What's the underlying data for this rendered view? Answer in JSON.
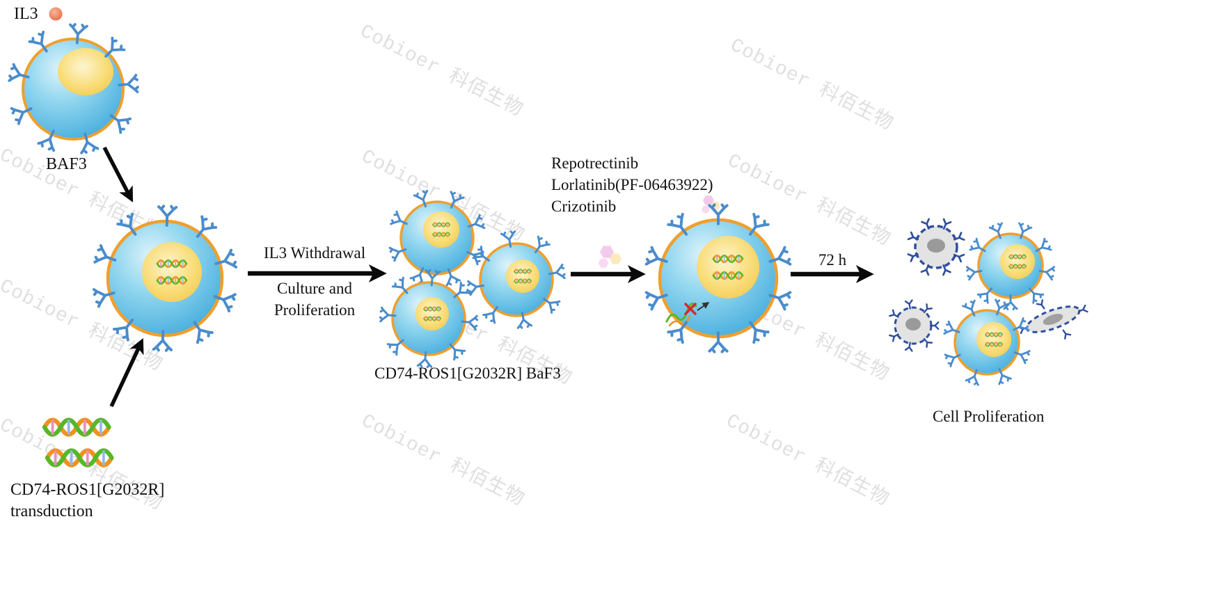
{
  "watermark": {
    "text": "Cobioer  科佰生物"
  },
  "stage1": {
    "ligand": "IL3",
    "cell": "BAF3"
  },
  "transduction": {
    "line1": "CD74-ROS1[G2032R]",
    "line2": "transduction"
  },
  "step_withdrawal": {
    "top": "IL3 Withdrawal",
    "bottom1": "Culture and",
    "bottom2": "Proliferation"
  },
  "cell_line_label": "CD74-ROS1[G2032R] BaF3",
  "drugs": {
    "items": [
      "Repotrectinib",
      "Lorlatinib(PF-06463922)",
      "Crizotinib"
    ]
  },
  "step_incubation": {
    "duration": "72 h"
  },
  "result_label": "Cell Proliferation",
  "icons": {
    "il3_ligand": "orange-circle",
    "receptor": "y-receptor",
    "dna_helix": "double-helix",
    "drug_molecules": "hexagon-cluster",
    "dead_cell": "dashed-gray-cell",
    "inhibition": "red-x"
  },
  "colors": {
    "membrane": "#ef9f2e",
    "cell_body": "#5fbde4",
    "nucleus": "#f8d264",
    "receptor": "#4a8ccc",
    "dna_strand_a": "#f0921e",
    "dna_strand_b": "#58b728",
    "drug_pink": "#f3c4ea",
    "drug_yellow": "#fbe9b8",
    "inhibition_red": "#d42a2a",
    "dead_cell": "#e3e3e3",
    "dead_border": "#2f4f9e",
    "arrow": "#0a0a0a",
    "watermark": "#c6c6c6"
  }
}
